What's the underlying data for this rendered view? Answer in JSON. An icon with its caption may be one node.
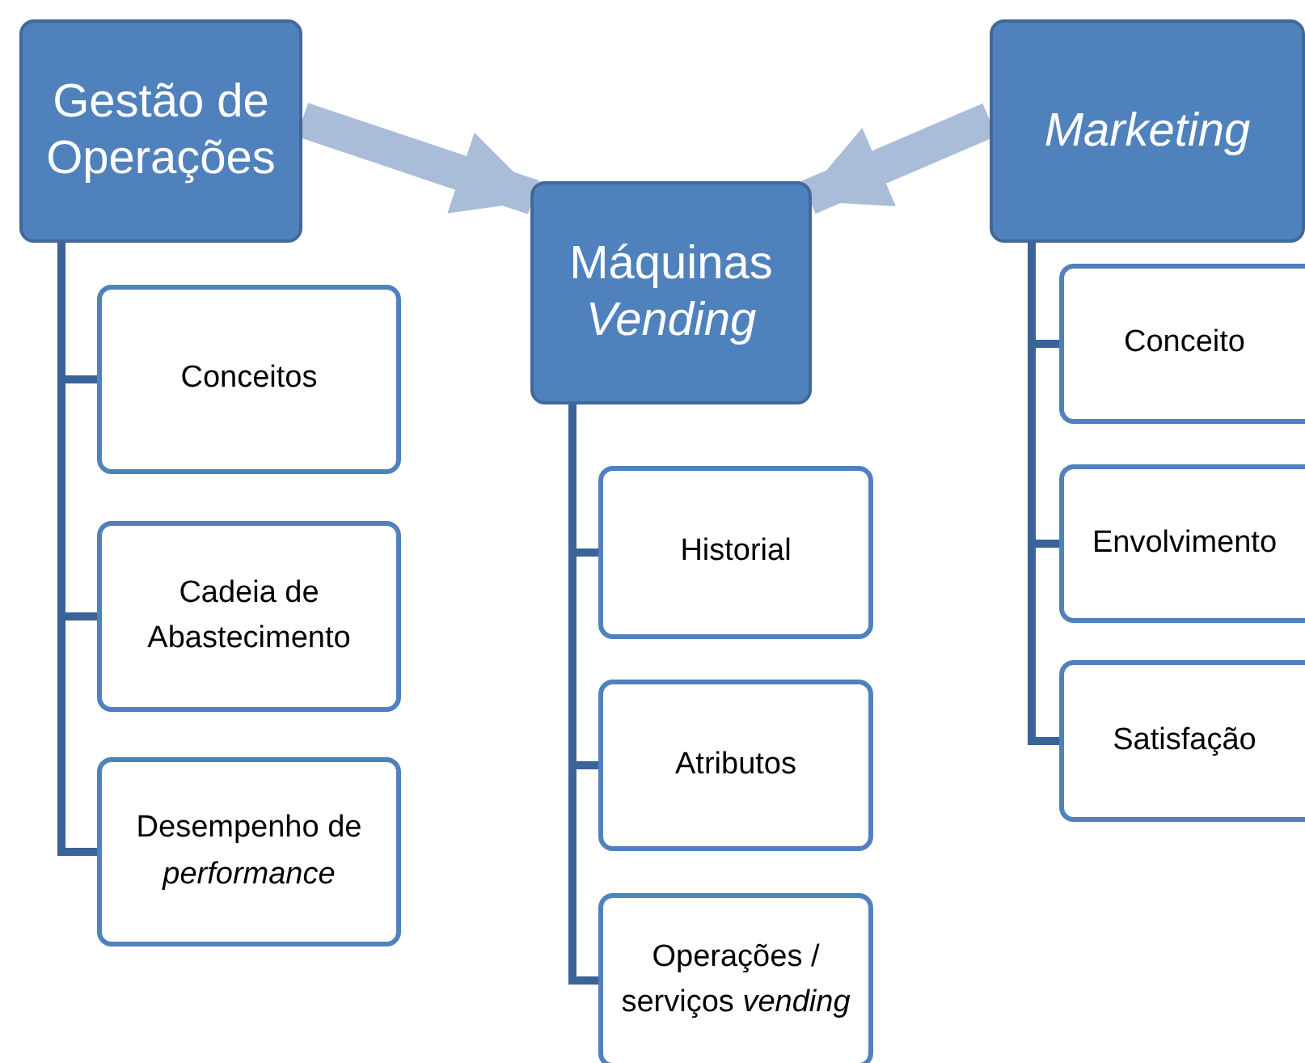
{
  "diagram": {
    "nodes": [
      {
        "text": [
          "Gestão de Operações"
        ]
      },
      {
        "text": [
          "Conceitos"
        ]
      },
      {
        "text": [
          "Cadeia de Abastecimento"
        ]
      },
      {
        "text": [
          "Desempenho de *performance*"
        ]
      },
      {
        "text": [
          "Máquinas *Vending*"
        ]
      },
      {
        "text": [
          "Historial"
        ]
      },
      {
        "text": [
          "Atributos"
        ]
      },
      {
        "text": [
          "Operações / serviços *vending*"
        ]
      },
      {
        "text": [
          "Marketing"
        ]
      },
      {
        "text": [
          "Conceito"
        ]
      },
      {
        "text": [
          "Envolvimento"
        ]
      },
      {
        "text": [
          "Satisfação"
        ]
      }
    ],
    "edges": [
      {
        "from": 0,
        "to": 4,
        "arrow": "to",
        "style": "thick",
        "color": "#a9bdd9"
      },
      {
        "from": 8,
        "to": 4,
        "arrow": "to",
        "style": "thick",
        "color": "#a9bdd9"
      },
      {
        "from": 0,
        "to": 1,
        "arrow": "none"
      },
      {
        "from": 0,
        "to": 2,
        "arrow": "none"
      },
      {
        "from": 0,
        "to": 3,
        "arrow": "none"
      },
      {
        "from": 4,
        "to": 5,
        "arrow": "none"
      },
      {
        "from": 4,
        "to": 6,
        "arrow": "none"
      },
      {
        "from": 4,
        "to": 7,
        "arrow": "none"
      },
      {
        "from": 8,
        "to": 9,
        "arrow": "none"
      },
      {
        "from": 8,
        "to": 10,
        "arrow": "none"
      },
      {
        "from": 8,
        "to": 11,
        "arrow": "none"
      }
    ]
  }
}
